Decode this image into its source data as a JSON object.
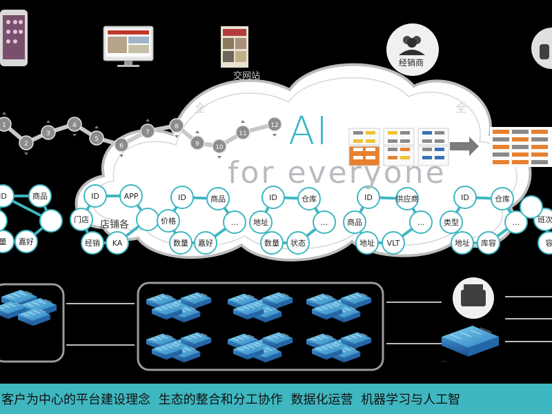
{
  "cloud": {
    "title": "AI",
    "subtitle": "for everyone"
  },
  "top_labels": {
    "distributor": "经销商",
    "cut_text_1": "交网站",
    "cut_text_2": "全",
    "cut_text_3": "全"
  },
  "timeline": {
    "steps": [
      "1",
      "2",
      "3",
      "4",
      "5",
      "6",
      "7",
      "8",
      "9",
      "10",
      "11",
      "12"
    ]
  },
  "graphs": [
    {
      "nodes": [
        "ID",
        "商品",
        "量",
        "嘉好"
      ]
    },
    {
      "nodes": [
        "ID",
        "APP",
        "门店",
        "经销",
        "KA"
      ]
    },
    {
      "nodes": [
        "ID",
        "商品",
        "价格",
        "数量",
        "嘉好",
        "..."
      ]
    },
    {
      "nodes": [
        "ID",
        "仓库",
        "地址",
        "数量",
        "状态",
        "..."
      ]
    },
    {
      "nodes": [
        "ID",
        "供应商",
        "商品",
        "地址",
        "VLT",
        "..."
      ]
    },
    {
      "nodes": [
        "ID",
        "仓库",
        "类型",
        "地址",
        "库容",
        "..."
      ]
    },
    {
      "nodes": [
        "班次",
        "容"
      ]
    }
  ],
  "cloud_cut_text": "店铺各",
  "bottom": {
    "router_label": "",
    "caption": "..."
  },
  "banner": {
    "text": "客户为中心的平台建设理念  生态的整合和分工协作  数据化运营  机器学习与人工智"
  },
  "colors": {
    "accent": "#3fb7c0",
    "background": "#000000",
    "cloud_fill": "#ffffff",
    "node_fill": "#ffffff",
    "yellow": "#f1c232",
    "orange": "#e8812f",
    "blue": "#3a6fb5",
    "gray": "#8a8a8a"
  }
}
